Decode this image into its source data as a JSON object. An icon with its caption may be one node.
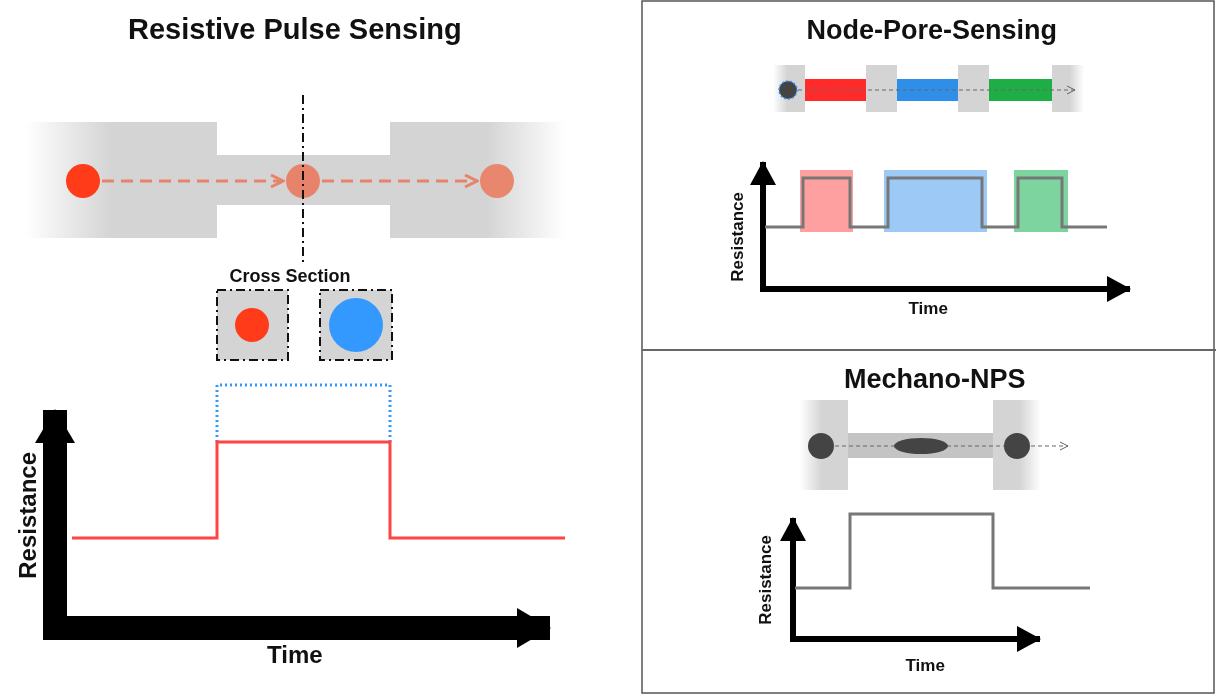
{
  "diagram": {
    "labels": [
      "Resistive Pulse Sensing",
      "Cross Section",
      "Resistance",
      "Time",
      "Node-Pore-Sensing",
      "Resistance",
      "Time",
      "Mechano-NPS",
      "Resistance",
      "Time"
    ]
  }
}
